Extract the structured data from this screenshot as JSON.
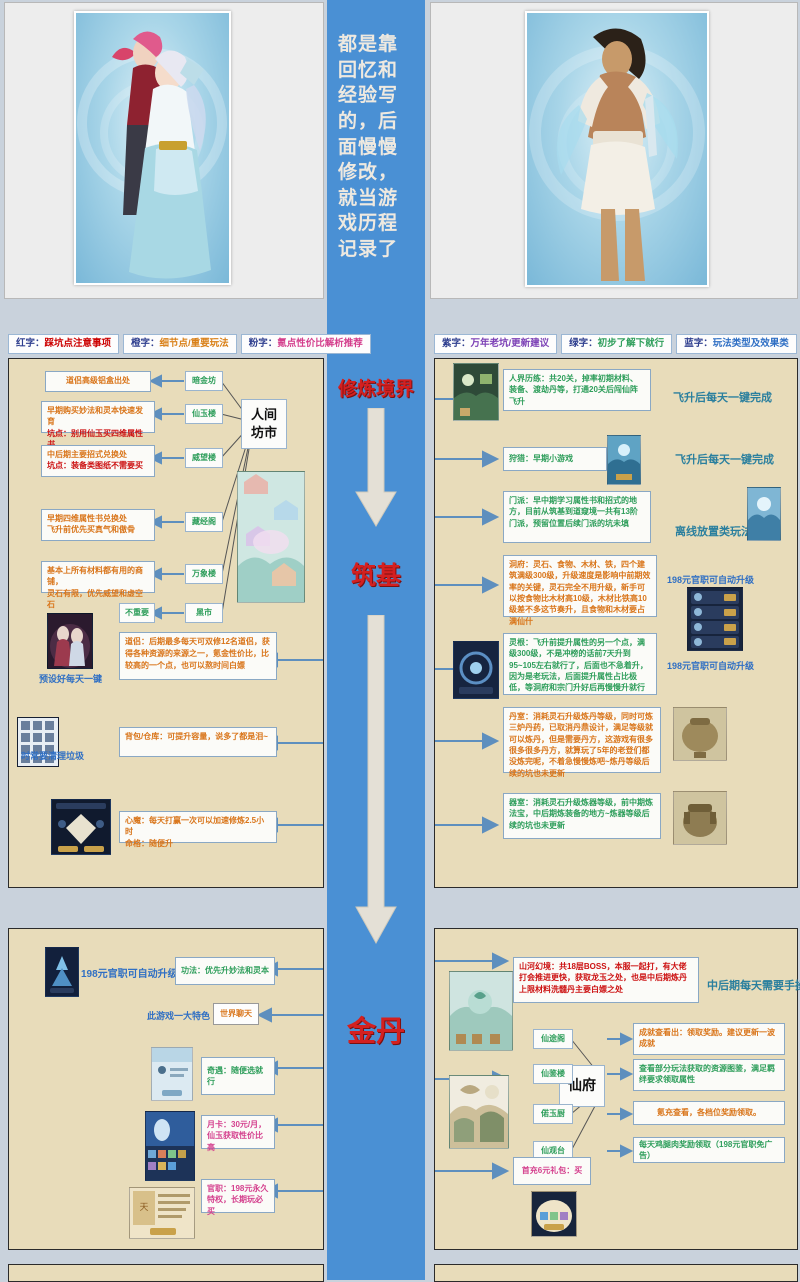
{
  "spine": {
    "note": "都是靠回忆和经验写的，后面慢慢修改，就当游戏历程记录了",
    "stages": [
      "修炼境界",
      "筑基",
      "金丹"
    ]
  },
  "legend_left": [
    {
      "key": "红字：",
      "value": "踩坑点注意事项",
      "color": "red"
    },
    {
      "key": "橙字：",
      "value": "细节点/重要玩法",
      "color": "orange"
    },
    {
      "key": "粉字：",
      "value": "氪点性价比解析推荐",
      "color": "pink"
    }
  ],
  "legend_right": [
    {
      "key": "紫字：",
      "value": "万年老坑/更新建议",
      "color": "purple"
    },
    {
      "key": "绿字：",
      "value": "初步了解下就行",
      "color": "green"
    },
    {
      "key": "蓝字：",
      "value": "玩法类型及效果类",
      "color": "blue"
    }
  ],
  "panel_left_1": {
    "root": "人间坊市",
    "nodes": [
      {
        "name": "暗金坊",
        "desc": "道侣高级铝盒出处"
      },
      {
        "name": "仙玉楼",
        "desc_line1": "早期购买妙法和灵本快速发育",
        "desc_line2": "坑点：别用仙玉买四维属性书"
      },
      {
        "name": "威望楼",
        "desc_line1": "中后期主要招式兑换处",
        "desc_line2": "坑点：装备类图纸不需要买"
      },
      {
        "name": "藏经阁",
        "desc_line1": "早期四维属性书兑换处",
        "desc_line2": "飞升前优先买真气和傲骨"
      },
      {
        "name": "万象楼",
        "desc_line1": "基本上所有材料都有用的商铺，",
        "desc_line2": "灵石有限，优先威望和虚空石"
      },
      {
        "name": "黑市",
        "desc": "不重要"
      }
    ],
    "items": [
      {
        "label": "预设好每天一键",
        "desc": "道侣：后期最多每天可双修12名道侣，获得各种资源的来源之一，氪金性价比，比较高的一个点，也可以熬时间白嫖"
      },
      {
        "label": "时常要清理垃圾",
        "desc": "背包/仓库：可提升容量，说多了都是泪~"
      },
      {
        "label": "",
        "desc_line1": "心魔：每天打赢一次可以加速修炼2.5小时",
        "desc_line2": "命格：随便升"
      }
    ]
  },
  "panel_right_1": {
    "entries": [
      {
        "desc": "人界历练：共20关，掉率初期材料、装备、渡劫丹等，打通20关后闯仙阵飞升",
        "side": "飞升后每天一键完成"
      },
      {
        "desc": "狩猎：早期小游戏",
        "side": "飞升后每天一键完成"
      },
      {
        "desc": "门派：早中期学习属性书和招式的地方，目前从筑基到道窥境一共有13阶门派，预留位置后续门派的坑未填",
        "side": "离线放置类玩法"
      },
      {
        "desc": "洞府：灵石、食物、木材、铁，四个建筑满级300级，升级速度是影响中前期效率的关键，灵石完全不用升级，新手可以按食物比木材高10级，木材比铁高10级差不多这节奏升，且食物和木材要占满仙什",
        "side": "198元官职可自动升级"
      },
      {
        "desc": "灵根：飞升前提升属性的另一个点，满级300级，不是冲榜的话前7天升到95~105左右就行了，后面也不急着升，因为是老玩法，后面提升属性占比极低，等洞府和宗门升好后再慢慢升就行",
        "side": "198元官职可自动升级"
      },
      {
        "desc": "丹室：消耗灵石升级炼丹等级，同时可炼三炉丹药，已取消丹鼎设计，满足等级就可以炼丹，但是需要丹方，这游戏有很多很多很多丹方，就算玩了5年的老登们都没炼完呢，不着急慢慢炼吧~炼丹等级后续的坑也未更新",
        "side": ""
      },
      {
        "desc": "器室：消耗灵石升级炼器等级，前中期炼法宝，中后期炼装备的地方~炼器等级后续的坑也未更新",
        "side": ""
      }
    ]
  },
  "panel_left_2": {
    "badge": "198元官职可自动升级",
    "rows": [
      {
        "desc": "功法：优先升妙法和灵本",
        "label": ""
      },
      {
        "label": "此游戏一大特色",
        "node": "世界聊天"
      },
      {
        "desc": "奇遇：随便选就行"
      },
      {
        "desc_line1": "月卡：30元/月，",
        "desc_line2": "仙玉获取性价比高"
      },
      {
        "desc_line1": "官职：198元永久",
        "desc_line2": "特权，长期玩必买"
      }
    ]
  },
  "panel_right_2": {
    "top_desc": "山河幻境：共18层BOSS，本服一起打，有大佬打会推进更快，获取龙玉之处，也是中后期炼丹上限材料洗髓丹主要白嫖之处",
    "top_side": "中后期每天需要手操玩法",
    "root": "仙府",
    "branches": [
      {
        "name": "仙途阁",
        "desc": "成就查看出：领取奖励。建议更新一波成就"
      },
      {
        "name": "仙鉴楼",
        "desc": "查看部分玩法获取的资源图鉴，满足羁绊要求领取属性"
      },
      {
        "name": "偌玉厨",
        "desc": "氪充查看，各档位奖励领取。"
      },
      {
        "name": "仙观台",
        "desc": "每天鸡腿肉奖励领取（198元官职免广告）"
      }
    ],
    "bottom_desc": "首充6元礼包：买"
  }
}
